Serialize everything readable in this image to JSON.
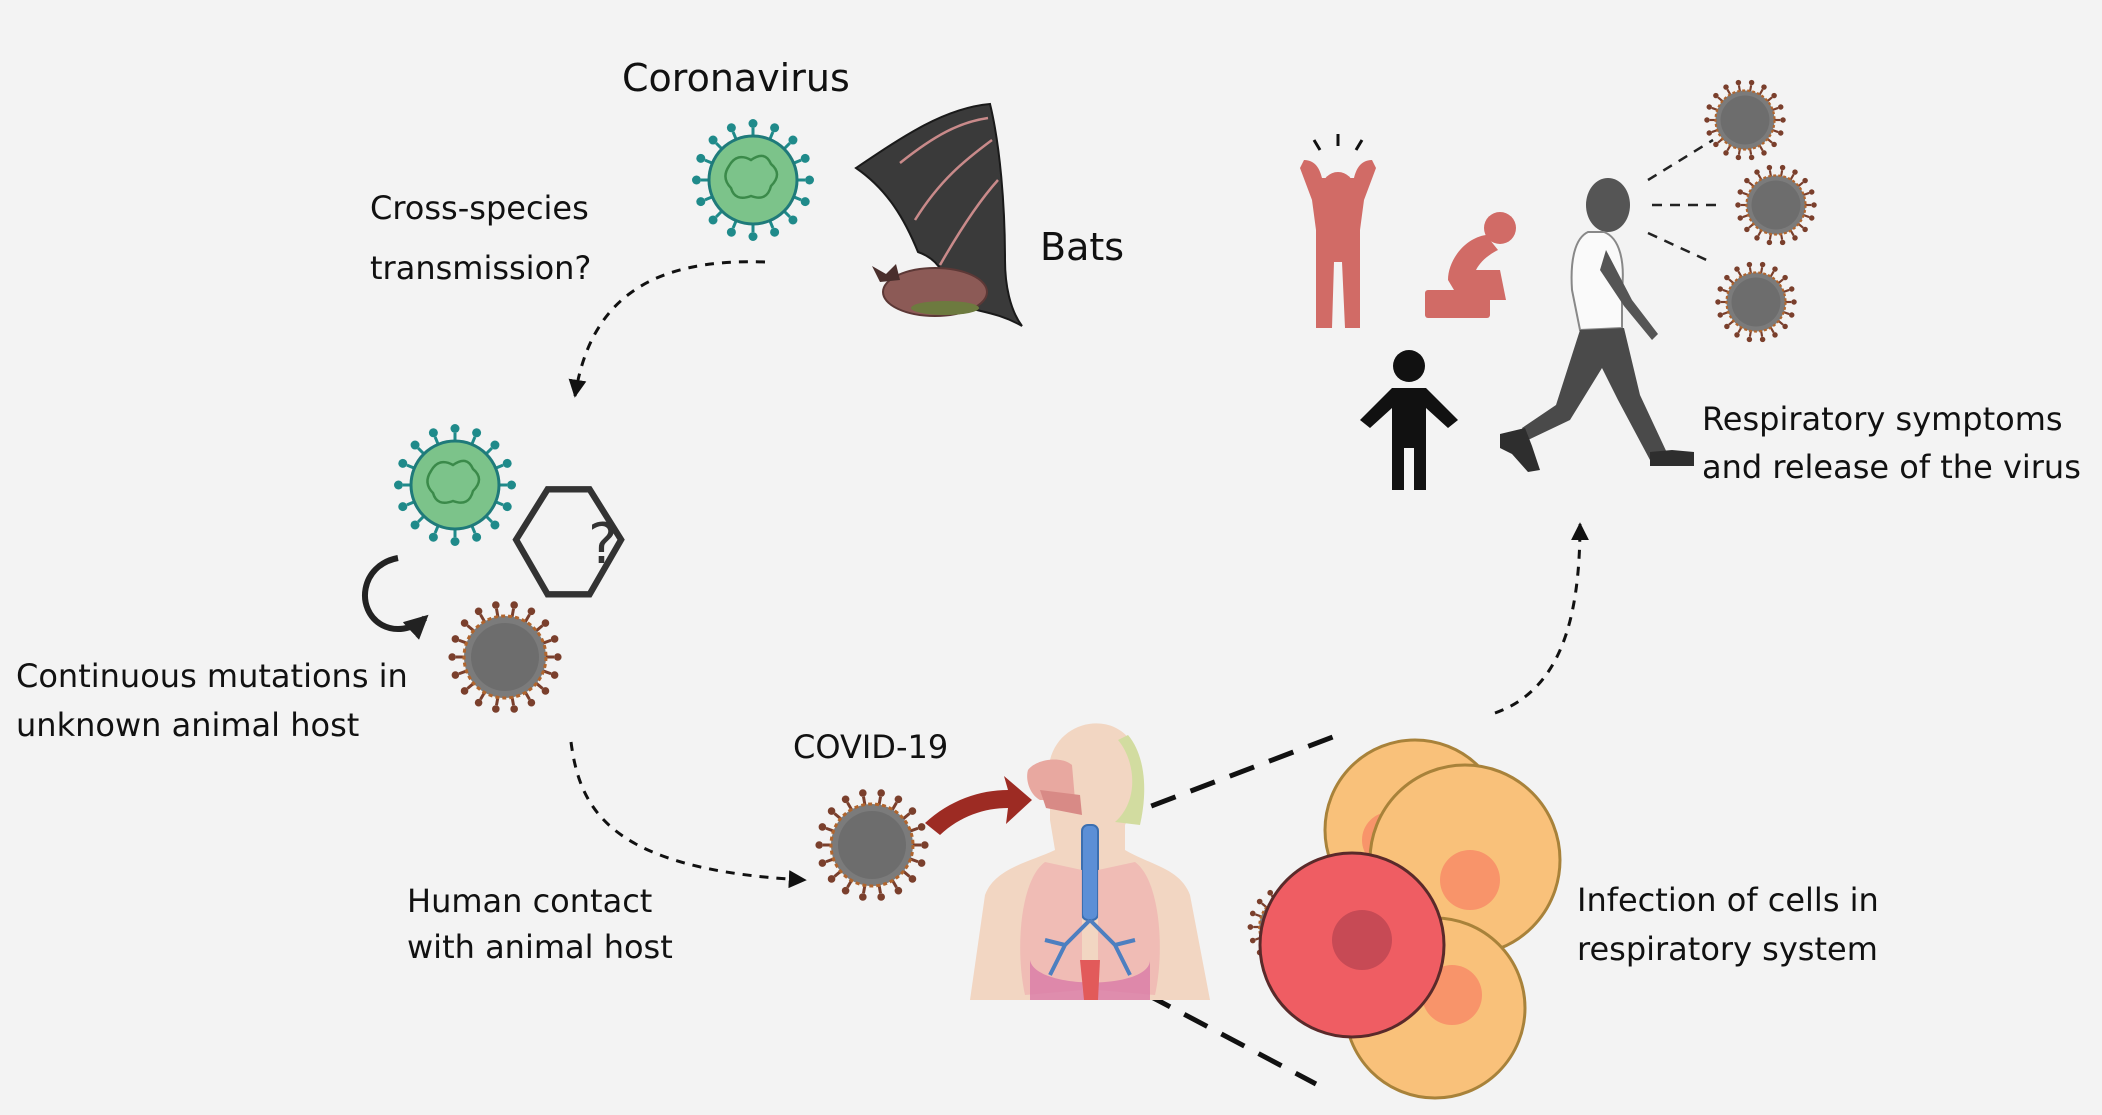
{
  "labels": {
    "coronavirus": "Coronavirus",
    "bats": "Bats",
    "cross_species_1": "Cross-species",
    "cross_species_2": "transmission?",
    "mutations_1": "Continuous mutations in",
    "mutations_2": "unknown animal host",
    "human_contact_1": "Human contact",
    "human_contact_2": "with animal host",
    "covid": "COVID-19",
    "infection_1": "Infection of cells in",
    "infection_2": "respiratory system",
    "symptoms_1": "Respiratory symptoms",
    "symptoms_2": "and release of the virus",
    "question_mark": "?"
  },
  "icons": [
    "coronavirus-green-icon",
    "bat-icon",
    "coronavirus-red-icon",
    "question-hexagon-icon",
    "curved-arrow-icon",
    "human-respiratory-system-icon",
    "respiratory-cells-icon",
    "distressed-person-icon",
    "sitting-sad-person-icon",
    "standing-person-icon",
    "walking-man-icon"
  ],
  "colors": {
    "background": "#f3f3f3",
    "original_virus": "#7cc38a",
    "mutated_virus": "#7b7b7b",
    "virus_spike": "#7a3f2c",
    "symptom_figures": "#d16b66",
    "infected_cell": "#ef5d63",
    "healthy_cell": "#f9c17a",
    "transmission_arrow": "#9d2b23"
  }
}
